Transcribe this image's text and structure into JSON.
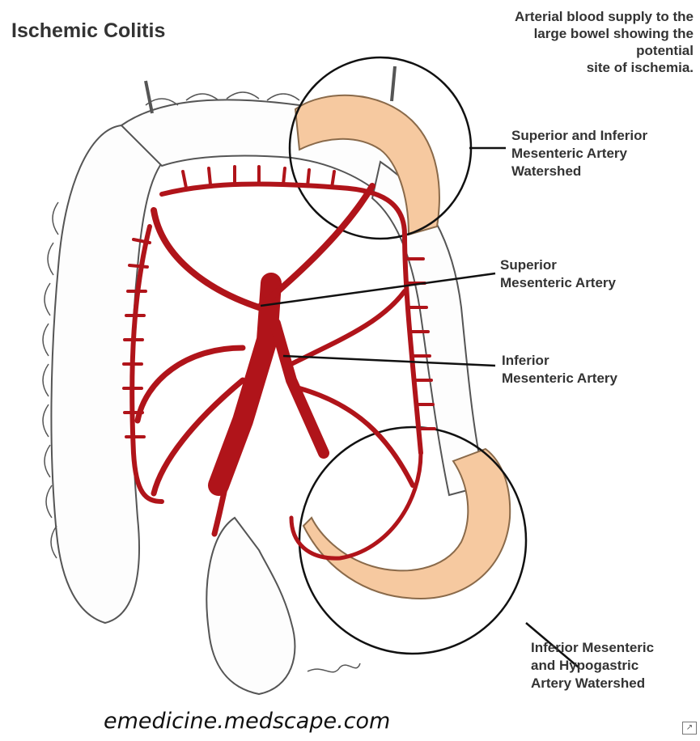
{
  "title": "Ischemic Colitis",
  "caption": [
    "Arterial blood supply to the",
    "large bowel showing the",
    "potential",
    "site of ischemia."
  ],
  "labels": {
    "sma_ima_watershed": [
      "Superior and Inferior",
      "Mesenteric Artery",
      "Watershed"
    ],
    "sma": [
      "Superior",
      "Mesenteric Artery"
    ],
    "ima": [
      "Inferior",
      "Mesenteric Artery"
    ],
    "ima_hypogastric_watershed": [
      "Inferior Mesenteric",
      "and Hypogastric",
      "Artery Watershed"
    ]
  },
  "source": "emedicine.medscape.com",
  "colors": {
    "artery": "#b0141a",
    "watershed": "#f6c9a0",
    "outline": "#555555",
    "leader": "#111111"
  }
}
